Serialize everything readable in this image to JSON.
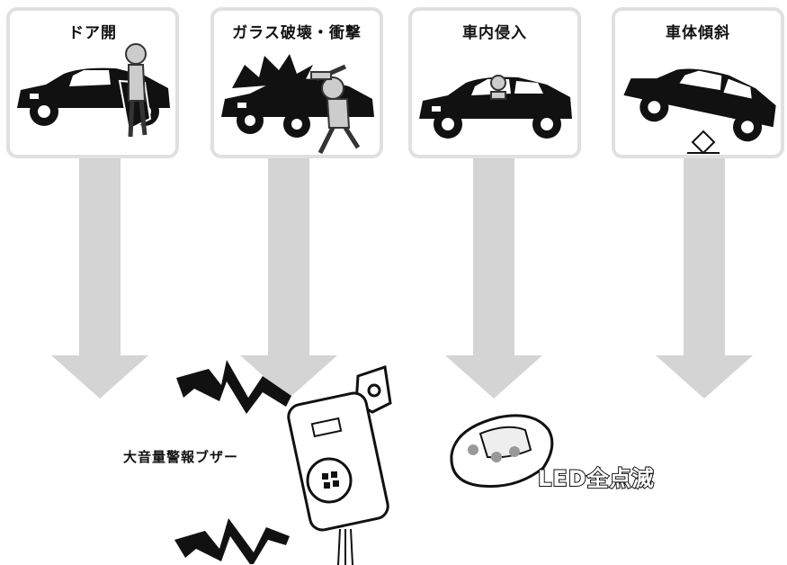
{
  "cards": [
    {
      "title": "ドア開"
    },
    {
      "title": "ガラス破壊・衝撃"
    },
    {
      "title": "車内侵入"
    },
    {
      "title": "車体傾斜"
    }
  ],
  "buzzer": {
    "label": "大音量警報ブザー"
  },
  "led": {
    "label": "LED全点滅"
  },
  "colors": {
    "arrow": "#d4d4d4",
    "card_border": "#e0e0e0",
    "ink": "#111111"
  }
}
